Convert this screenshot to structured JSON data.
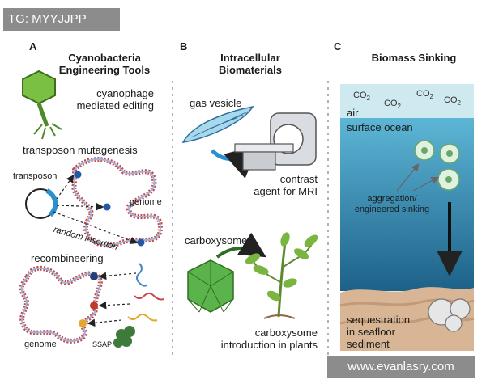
{
  "watermark_top": "TG: MYYJJPP",
  "watermark_bottom": "www.evanlasry.com",
  "panel_a": {
    "label": "A",
    "title_line1": "Cyanobacteria",
    "title_line2": "Engineering Tools",
    "cyanophage_line1": "cyanophage",
    "cyanophage_line2": "mediated editing",
    "transposon_mutagenesis": "transposon mutagenesis",
    "transposon": "transposon",
    "genome_top": "genome",
    "random_insertion": "random insertion",
    "recombineering": "recombineering",
    "genome_bottom": "genome",
    "ssap": "SSAP"
  },
  "panel_b": {
    "label": "B",
    "title_line1": "Intracellular",
    "title_line2": "Biomaterials",
    "gas_vesicle": "gas vesicle",
    "contrast_line1": "contrast",
    "contrast_line2": "agent for MRI",
    "carboxysome": "carboxysome",
    "intro_line1": "carboxysome",
    "intro_line2": "introduction in plants"
  },
  "panel_c": {
    "label": "C",
    "title": "Biomass Sinking",
    "co2_base": "CO",
    "co2_sub": "2",
    "air": "air",
    "surface_ocean": "surface ocean",
    "aggregation_line1": "aggregation/",
    "aggregation_line2": "engineered sinking",
    "seq_line1": "sequestration",
    "seq_line2": "in seafloor",
    "seq_line3": "sediment"
  },
  "colors": {
    "air": "#cfe9f1",
    "ocean_top": "#57b3d3",
    "ocean_bottom": "#1a5f86",
    "sediment": "#d8b695",
    "cyanophage": "#7ac143",
    "carboxysome": "#5bb44b",
    "arrow_blue": "#2e8fd0",
    "genome_red": "#c7484a",
    "genome_blue": "#4a6fb5"
  }
}
